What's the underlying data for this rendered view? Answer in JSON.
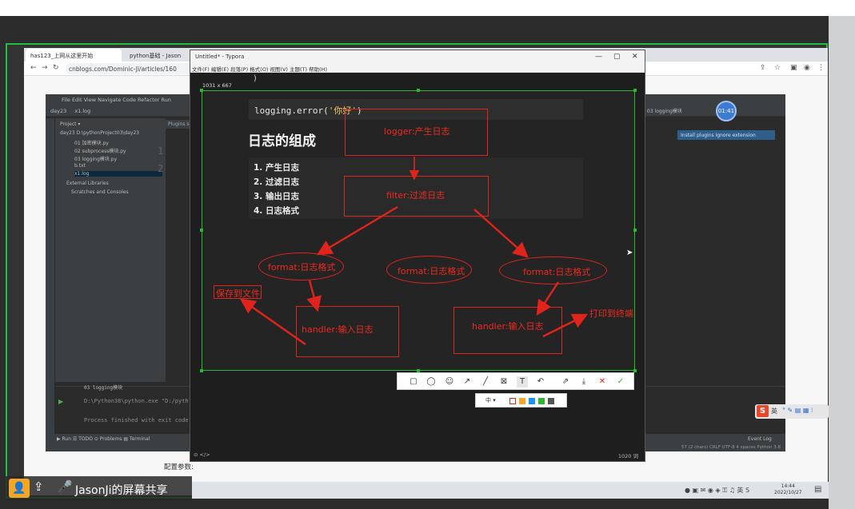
{
  "browser": {
    "tabs": [
      {
        "label": "has123_上网从这里开始"
      },
      {
        "label": "python基础 - Jason"
      }
    ],
    "address": "cnblogs.com/Dominic-Ji/articles/160"
  },
  "pycharm": {
    "menu": "File  Edit  View  Navigate  Code  Refactor  Run",
    "project_name": "day23",
    "open_file": "x1.log",
    "tree": [
      "Project ▾",
      "day23  D:\\pythonProject03\\day23",
      "01 加密模块.py",
      "02 subprocess模块.py",
      "03 logging模块.py",
      "b.txt",
      "x1.log",
      "External Libraries",
      "Scratches and Consoles"
    ],
    "line_numbers": [
      "1",
      "2"
    ],
    "editor_tab": "03 logging模块",
    "plugin_hint": "Plugins sup",
    "install_links": "Install plugins    Ignore extension",
    "run_tab": "03 logging模块",
    "run_lines": [
      "D:\\Python38\\python.exe \"D:/pyth",
      "Process finished with exit code"
    ],
    "bottom_tabs": "▶ Run    ☰ TODO    ⊙ Problems    ▤ Terminal",
    "status": "57 (2 chars)   CRLF   UTF-8   4 spaces   Python 3.8",
    "event_log": "Event Log",
    "timer": "01:41"
  },
  "typora": {
    "title": "Untitled* - Typora",
    "menu": "文件(F)  编辑(E)  段落(P)  格式(O)  视图(V)  主题(T)  帮助(H)",
    "capture_size": "1031 x 667",
    "brace": ")",
    "code_prefix": "logging.error(",
    "code_string": "'你好'",
    "code_suffix": ")",
    "heading": "日志的组成",
    "list": [
      "1. 产生日志",
      "2. 过滤日志",
      "3. 输出日志",
      "4. 日志格式"
    ],
    "status_left": "⊙  </>",
    "status_right": "1020 词"
  },
  "annotations": {
    "logger": "logger:产生日志",
    "filter": "filter:过滤日志",
    "format_left": "format:日志格式",
    "format_mid": "format:日志格式",
    "format_right": "format:日志格式",
    "handler_left": "handler:输入日志",
    "handler_right": "handler:输入日志",
    "save_file": "保存到文件",
    "print_terminal": "打印到终端"
  },
  "toolbar": {
    "font_size": "中 ▾",
    "colors": [
      "#e0241b",
      "#f5a623",
      "#1e90ff",
      "#2fb52f",
      "#555555"
    ]
  },
  "ime": {
    "label": "英"
  },
  "share": {
    "label": "JasonJi的屏幕共享"
  },
  "clock": {
    "time": "14:44",
    "date": "2022/10/27"
  },
  "page": {
    "config_label": "配置参数:"
  },
  "colors": {
    "accent_green": "#1fbf3f",
    "annotation_red": "#e0241b"
  }
}
